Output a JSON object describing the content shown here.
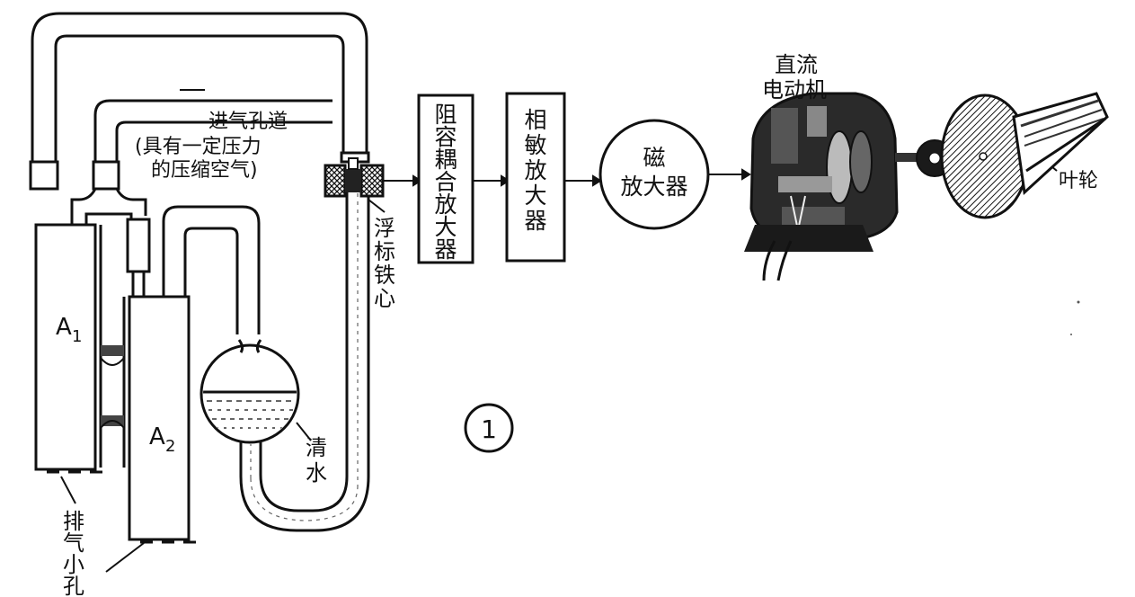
{
  "labels": {
    "inlet_line1": "进气孔道",
    "inlet_line2": "(具有一定压力",
    "inlet_line3": "的压缩空气)",
    "float_core": [
      "浮",
      "标",
      "铁",
      "心"
    ],
    "water": [
      "清",
      "水"
    ],
    "exhaust": [
      "排",
      "气",
      "小",
      "孔"
    ],
    "motor_line1": "直流",
    "motor_line2": "电动机",
    "impeller": "叶轮",
    "a1_main": "A",
    "a1_sub": "1",
    "a2_main": "A",
    "a2_sub": "2",
    "figure_number": "1"
  },
  "blocks": {
    "rc_amp": [
      "阻",
      "容",
      "耦",
      "合",
      "放",
      "大",
      "器"
    ],
    "phase_amp": [
      "相",
      "敏",
      "放",
      "大",
      "器"
    ],
    "mag_amp_line1": "磁",
    "mag_amp_line2": "放大器"
  }
}
